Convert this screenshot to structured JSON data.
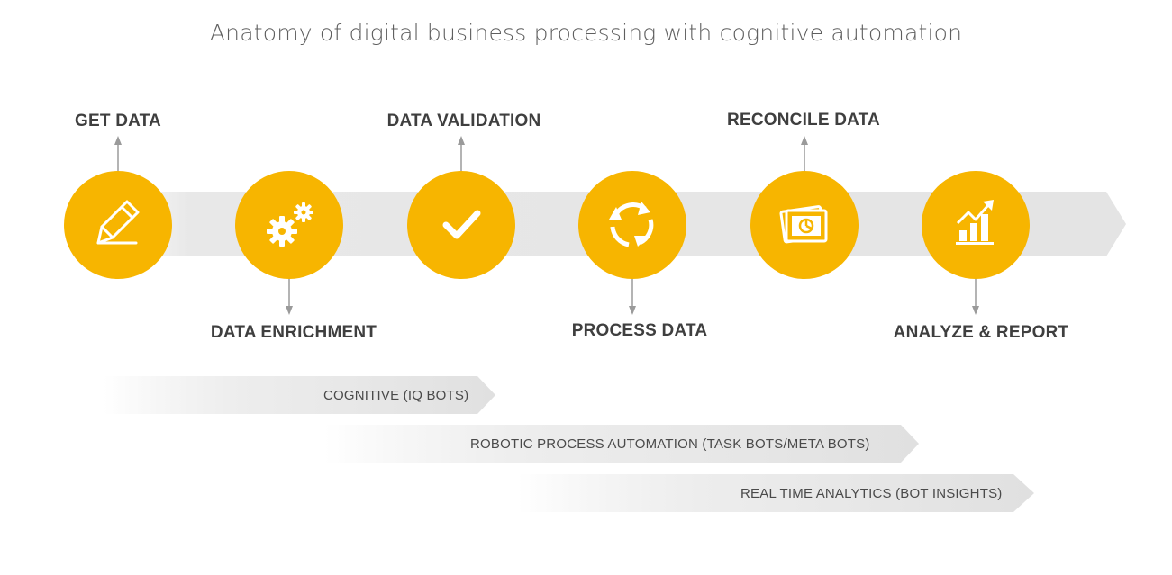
{
  "title": "Anatomy of digital business processing with cognitive automation",
  "colors": {
    "circle": "#F7B500",
    "arrow_band": "#E6E6E6",
    "text": "#3F3F3F",
    "connector": "#9A9A9A"
  },
  "steps": [
    {
      "label": "GET DATA",
      "icon": "pencil-icon",
      "label_position": "top"
    },
    {
      "label": "DATA ENRICHMENT",
      "icon": "gears-icon",
      "label_position": "bottom"
    },
    {
      "label": "DATA VALIDATION",
      "icon": "checkmark-icon",
      "label_position": "top"
    },
    {
      "label": "PROCESS DATA",
      "icon": "cycle-arrows-icon",
      "label_position": "bottom"
    },
    {
      "label": "RECONCILE DATA",
      "icon": "photo-stack-icon",
      "label_position": "top"
    },
    {
      "label": "ANALYZE & REPORT",
      "icon": "bar-chart-icon",
      "label_position": "bottom"
    }
  ],
  "bands": [
    {
      "label": "COGNITIVE (IQ BOTS)"
    },
    {
      "label": "ROBOTIC PROCESS AUTOMATION (TASK BOTS/META BOTS)"
    },
    {
      "label": "REAL TIME ANALYTICS (BOT INSIGHTS)"
    }
  ]
}
